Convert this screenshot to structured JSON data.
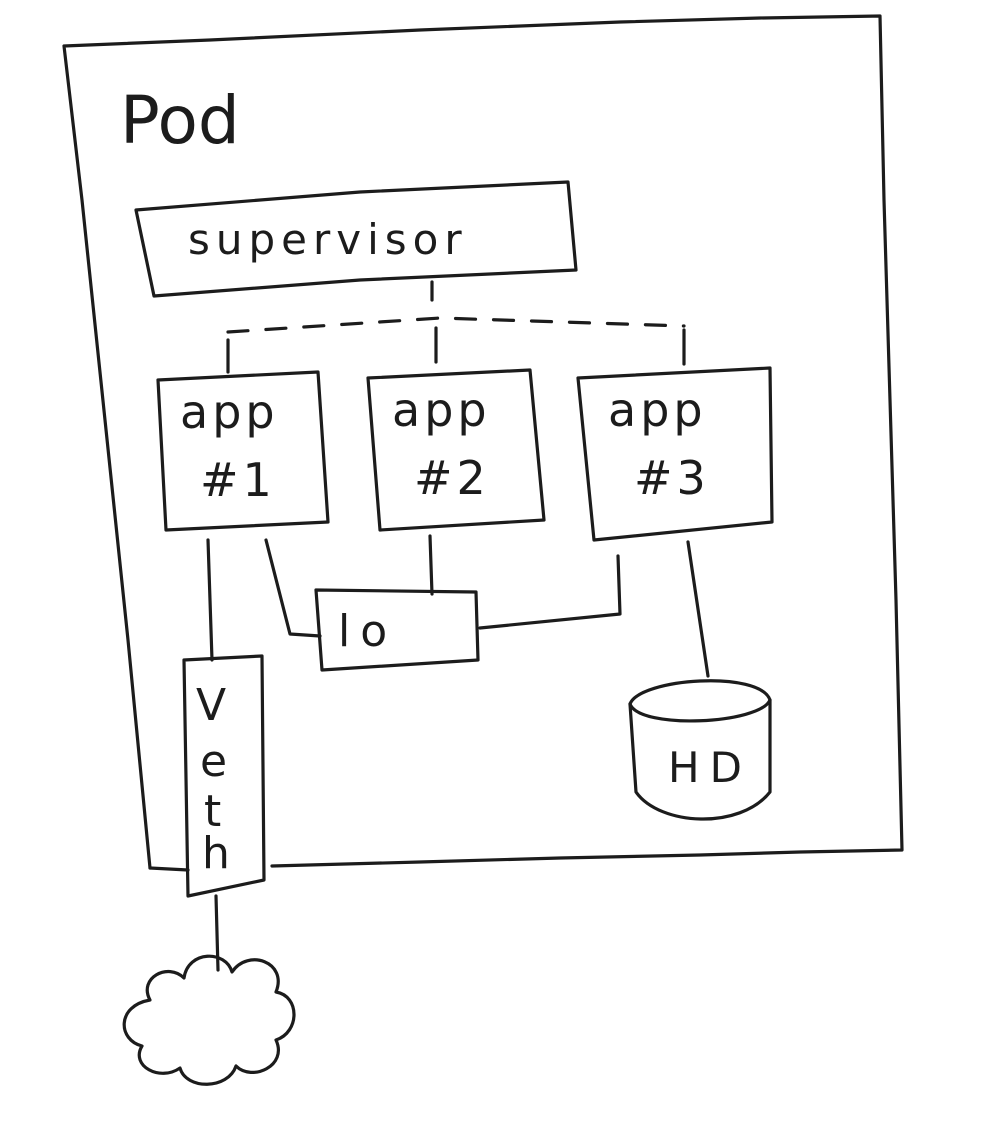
{
  "diagram": {
    "pod": {
      "label": "Pod"
    },
    "supervisor": {
      "label": "supervisor"
    },
    "apps": [
      {
        "line1": "app",
        "line2": "#1"
      },
      {
        "line1": "app",
        "line2": "#2"
      },
      {
        "line1": "app",
        "line2": "#3"
      }
    ],
    "loopback": {
      "label": "lo"
    },
    "veth": {
      "letters": [
        "V",
        "e",
        "t",
        "h"
      ]
    },
    "disk": {
      "label": "HD"
    }
  },
  "style": {
    "ink": "#1c1c1c",
    "paper": "#ffffff"
  }
}
